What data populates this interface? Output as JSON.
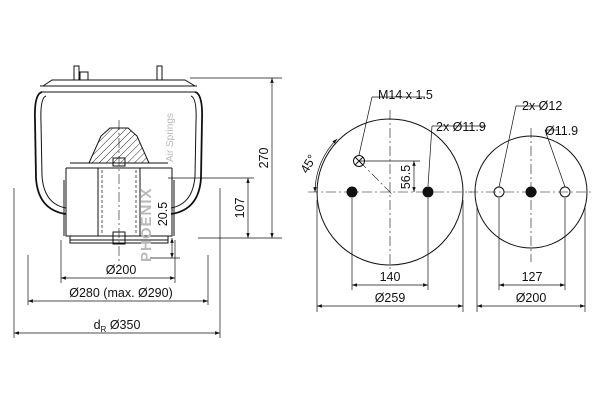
{
  "watermark": {
    "brand": "PHOENIX",
    "tagline": "Air Springs"
  },
  "side_view": {
    "dim_height_total": "270",
    "dim_height_piston": "107",
    "dim_offset": "20.5",
    "dim_piston_dia": "Ø200",
    "dim_bellow_dia": "Ø280 (max. Ø290)",
    "dim_roll_dia_prefix": "d",
    "dim_roll_dia_sub": "R",
    "dim_roll_dia": "Ø350"
  },
  "top_plate": {
    "label_thread": "M14 x 1.5",
    "label_holes": "2x Ø11.9",
    "dim_vertical": "56.5",
    "dim_angle": "45°",
    "dim_spacing": "140",
    "dim_dia": "Ø259"
  },
  "bottom_plate": {
    "label_holes_large": "2x Ø12",
    "label_holes_small": "Ø11.9",
    "dim_spacing": "127",
    "dim_dia": "Ø200"
  }
}
